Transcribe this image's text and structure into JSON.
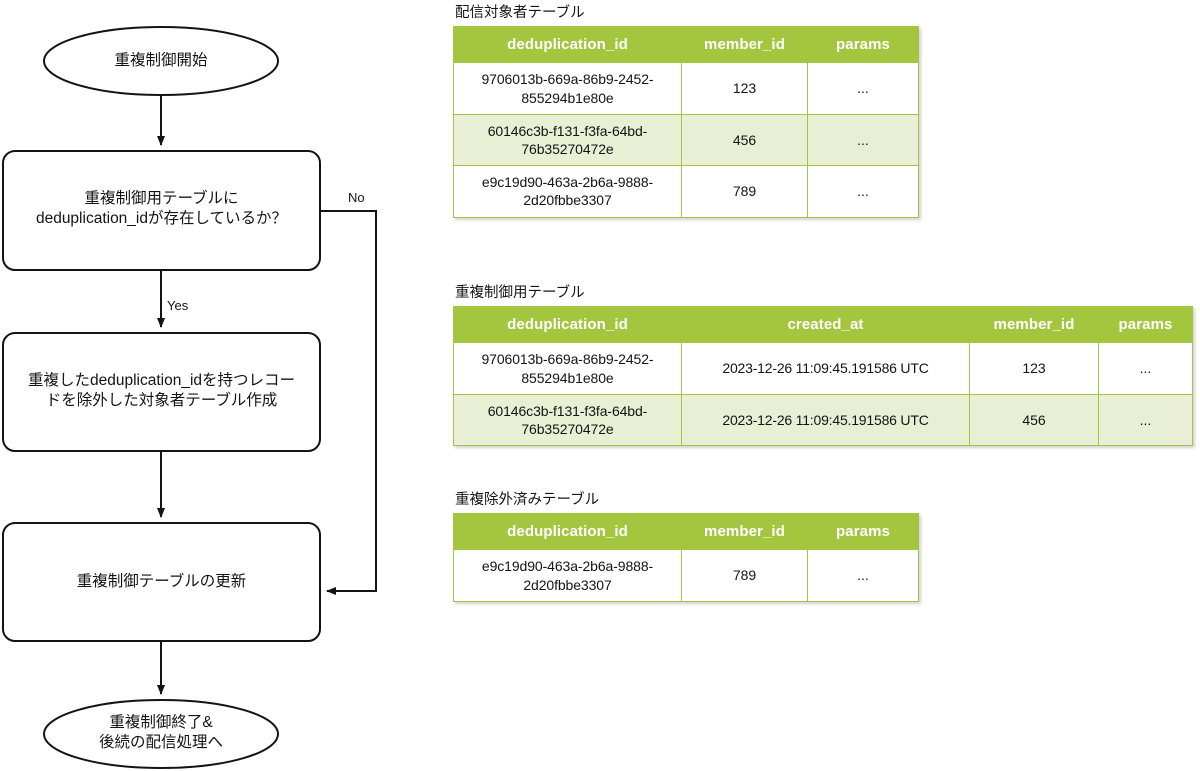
{
  "colors": {
    "header_green": "#A4C63E",
    "row_tint": "#E9EFD4",
    "stroke": "#141414",
    "text": "#141414",
    "header_text": "#FFFFFF"
  },
  "flowchart": {
    "start_node": "重複制御開始",
    "decision_node": "重複制御用テーブルに\ndeduplication_idが存在しているか？",
    "process_node_1": "重複したdeduplication_idを持つレコー\nドを除外した対象者テーブル作成",
    "process_node_2": "重複制御テーブルの更新",
    "end_node": "重複制御終了&\n後続の配信処理へ",
    "edge_yes": "Yes",
    "edge_no": "No"
  },
  "tables": [
    {
      "caption": "配信対象者テーブル",
      "columns": [
        "deduplication_id",
        "member_id",
        "params"
      ],
      "rows": [
        [
          "9706013b-669a-86b9-2452-855294b1e80e",
          "123",
          "..."
        ],
        [
          "60146c3b-f131-f3fa-64bd-76b35270472e",
          "456",
          "..."
        ],
        [
          "e9c19d90-463a-2b6a-9888-2d20fbbe3307",
          "789",
          "..."
        ]
      ],
      "highlighted_rows": [
        1
      ]
    },
    {
      "caption": "重複制御用テーブル",
      "columns": [
        "deduplication_id",
        "created_at",
        "member_id",
        "params"
      ],
      "rows": [
        [
          "9706013b-669a-86b9-2452-855294b1e80e",
          "2023-12-26 11:09:45.191586 UTC",
          "123",
          "..."
        ],
        [
          "60146c3b-f131-f3fa-64bd-76b35270472e",
          "2023-12-26 11:09:45.191586 UTC",
          "456",
          "..."
        ]
      ],
      "highlighted_rows": [
        1
      ]
    },
    {
      "caption": "重複除外済みテーブル",
      "columns": [
        "deduplication_id",
        "member_id",
        "params"
      ],
      "rows": [
        [
          "e9c19d90-463a-2b6a-9888-2d20fbbe3307",
          "789",
          "..."
        ]
      ],
      "highlighted_rows": []
    }
  ]
}
